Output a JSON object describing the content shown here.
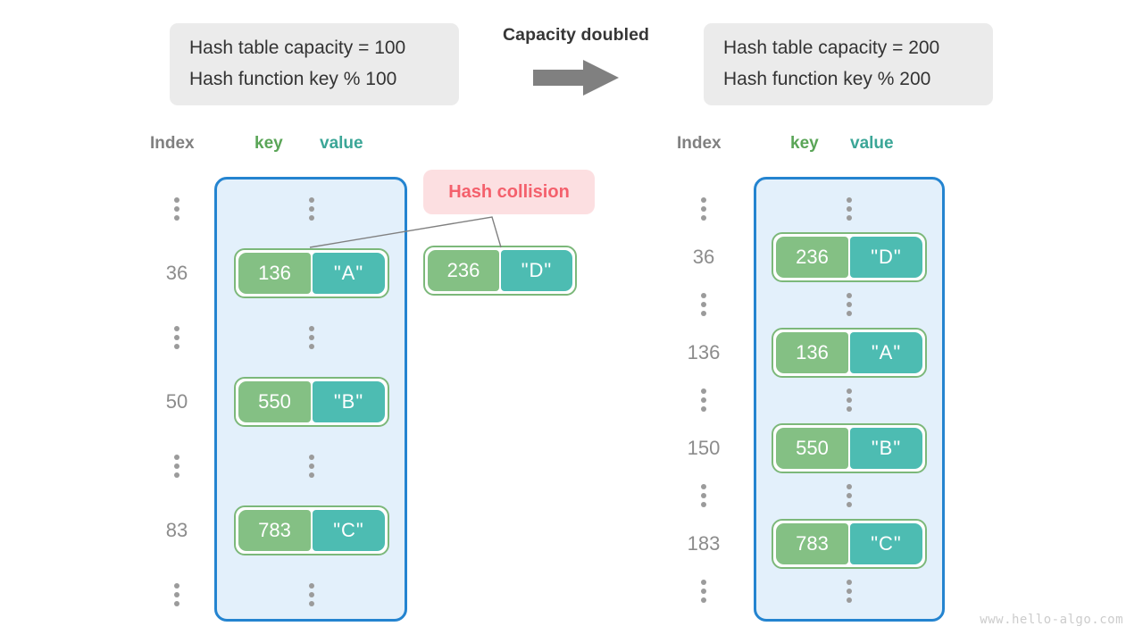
{
  "watermark": "www.hello-algo.com",
  "transition": {
    "label": "Capacity doubled",
    "arrow_icon": "right-block-arrow-icon",
    "arrow_color": "#808080"
  },
  "collision_badge": {
    "label": "Hash collision",
    "text_color": "#f4606c",
    "background_color": "#fcdfe1"
  },
  "colors": {
    "key_fill": "#84c084",
    "value_fill": "#4dbcb2",
    "pair_border": "#7cb87a",
    "panel_fill": "#e3f0fb",
    "panel_border": "#2484d0",
    "index_text": "#8c8c8c",
    "caption_background": "#ebebeb"
  },
  "before": {
    "caption": {
      "capacity_line": "Hash table capacity = 100",
      "hash_function_line": "Hash function key % 100"
    },
    "headers": {
      "index": "Index",
      "key": "key",
      "value": "value"
    },
    "rows": [
      {
        "type": "ellipsis",
        "index": "",
        "key": "",
        "value": ""
      },
      {
        "type": "entry",
        "index": "36",
        "key": "136",
        "value": "\"A\""
      },
      {
        "type": "ellipsis",
        "index": "",
        "key": "",
        "value": ""
      },
      {
        "type": "entry",
        "index": "50",
        "key": "550",
        "value": "\"B\""
      },
      {
        "type": "ellipsis",
        "index": "",
        "key": "",
        "value": ""
      },
      {
        "type": "entry",
        "index": "83",
        "key": "783",
        "value": "\"C\""
      },
      {
        "type": "ellipsis",
        "index": "",
        "key": "",
        "value": ""
      }
    ],
    "overflow_entry": {
      "key": "236",
      "value": "\"D\""
    }
  },
  "after": {
    "caption": {
      "capacity_line": "Hash table capacity = 200",
      "hash_function_line": "Hash function key % 200"
    },
    "headers": {
      "index": "Index",
      "key": "key",
      "value": "value"
    },
    "rows": [
      {
        "type": "ellipsis",
        "index": "",
        "key": "",
        "value": ""
      },
      {
        "type": "entry",
        "index": "36",
        "key": "236",
        "value": "\"D\""
      },
      {
        "type": "ellipsis",
        "index": "",
        "key": "",
        "value": ""
      },
      {
        "type": "entry",
        "index": "136",
        "key": "136",
        "value": "\"A\""
      },
      {
        "type": "ellipsis",
        "index": "",
        "key": "",
        "value": ""
      },
      {
        "type": "entry",
        "index": "150",
        "key": "550",
        "value": "\"B\""
      },
      {
        "type": "ellipsis",
        "index": "",
        "key": "",
        "value": ""
      },
      {
        "type": "entry",
        "index": "183",
        "key": "783",
        "value": "\"C\""
      },
      {
        "type": "ellipsis",
        "index": "",
        "key": "",
        "value": ""
      }
    ]
  }
}
